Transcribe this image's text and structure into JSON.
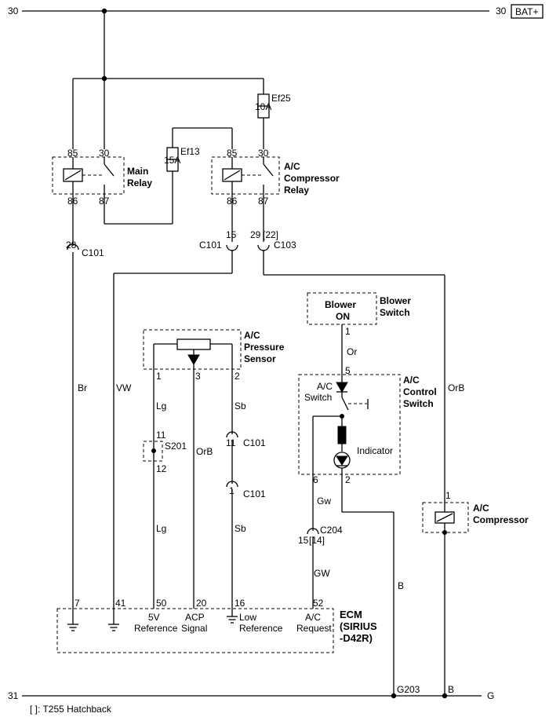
{
  "buses": {
    "top_left": "30",
    "top_right": "30",
    "bat": "BAT+",
    "bottom_left": "31",
    "bottom_right": "G",
    "g203": "G203",
    "b_bottom": "B"
  },
  "fuses": {
    "ef25_name": "Ef25",
    "ef25_rating": "10A",
    "ef13_name": "Ef13",
    "ef13_rating": "15A"
  },
  "main_relay": {
    "pin85": "85",
    "pin30": "30",
    "pin86": "86",
    "pin87": "87",
    "label_l1": "Main",
    "label_l2": "Relay"
  },
  "ac_relay": {
    "pin85": "85",
    "pin30": "30",
    "pin86": "86",
    "pin87": "87",
    "label_l1": "A/C",
    "label_l2": "Compressor",
    "label_l3": "Relay"
  },
  "connectors": {
    "c101_28_pin": "28",
    "c101_28_name": "C101",
    "c101_15_pin": "15",
    "c101_15_name": "C101",
    "c103_pin": "29",
    "c103_alt": "[22]",
    "c103_name": "C103",
    "c101_11_pin": "11",
    "c101_11_name": "C101",
    "c101_1_pin": "1",
    "c101_1_name": "C101",
    "c204_pin": "15",
    "c204_alt": "[14]",
    "c204_name": "C204"
  },
  "wires": {
    "br": "Br",
    "vw": "VW",
    "lg1": "Lg",
    "lg2": "Lg",
    "orb_sensor": "OrB",
    "sb1": "Sb",
    "sb2": "Sb",
    "or": "Or",
    "gw1": "Gw",
    "gw2": "GW",
    "orb_right": "OrB",
    "b": "B"
  },
  "pressure_sensor": {
    "label_l1": "A/C",
    "label_l2": "Pressure",
    "label_l3": "Sensor",
    "pin1": "1",
    "pin3": "3",
    "pin2": "2"
  },
  "splice": {
    "name": "S201",
    "pin11": "11",
    "pin12": "12"
  },
  "blower": {
    "box_l1": "Blower",
    "box_l2": "ON",
    "label_l1": "Blower",
    "label_l2": "Switch",
    "pin1": "1"
  },
  "control_switch": {
    "label_l1": "A/C",
    "label_l2": "Control",
    "label_l3": "Switch",
    "inner_l1": "A/C",
    "inner_l2": "Switch",
    "indicator": "Indicator",
    "pin5": "5",
    "pin6": "6",
    "pin2": "2"
  },
  "compressor": {
    "label_l1": "A/C",
    "label_l2": "Compressor",
    "pin1": "1"
  },
  "ecm": {
    "label_l1": "ECM",
    "label_l2": "(SIRIUS",
    "label_l3": "-D42R)",
    "pin7": "7",
    "pin41": "41",
    "pin50": "50",
    "pin20": "20",
    "pin16": "16",
    "pin52": "52",
    "ref5v_l1": "5V",
    "ref5v_l2": "Reference",
    "acp_l1": "ACP",
    "acp_l2": "Signal",
    "lowref_l1": "Low",
    "lowref_l2": "Reference",
    "acreq_l1": "A/C",
    "acreq_l2": "Request"
  },
  "footnote": "[   ]: T255 Hatchback"
}
